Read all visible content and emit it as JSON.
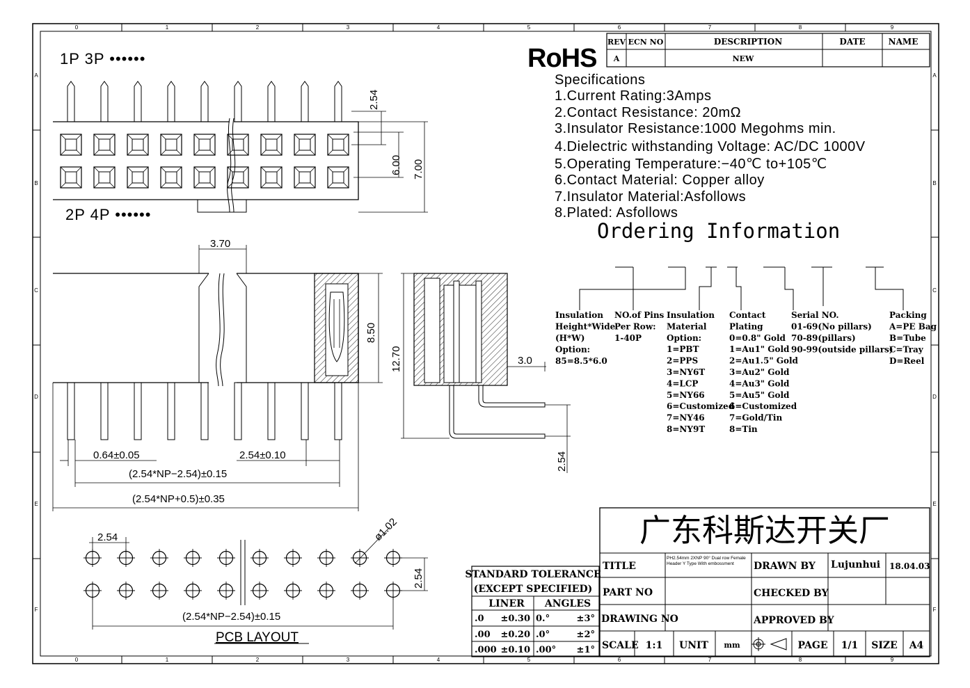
{
  "border": {
    "col_labels": [
      "0",
      "1",
      "2",
      "3",
      "4",
      "5",
      "6",
      "7",
      "8",
      "9"
    ],
    "row_labels": [
      "A",
      "B",
      "C",
      "D",
      "E",
      "F"
    ]
  },
  "brand": {
    "rohs": "RoHS"
  },
  "revision": {
    "headers": [
      "REV",
      "ECN NO",
      "DESCRIPTION",
      "DATE",
      "NAME"
    ],
    "row": [
      "A",
      "",
      "NEW",
      "",
      ""
    ]
  },
  "specs": {
    "heading": "Specifications",
    "lines": [
      "1.Current  Rating:3Amps",
      "2.Contact  Resistance:  20mΩ",
      "3.Insulator  Resistance:1000  Megohms  min.",
      "4.Dielectric  withstanding  Voltage:  AC/DC  1000V",
      "5.Operating  Temperature:−40℃  to+105℃",
      "6.Contact  Material:  Copper  alloy",
      "7.Insulator  Material:Asfollows",
      "8.Plated:  Asfollows"
    ]
  },
  "ordering": {
    "title": "Ordering  Information",
    "columns": [
      {
        "lines": [
          "Insulation",
          "Height*Wide",
          "(H*W)",
          "Option:",
          "85=8.5*6.0"
        ]
      },
      {
        "lines": [
          "NO.of Pins",
          "Per Row:",
          "1-40P"
        ]
      },
      {
        "lines": [
          "Insulation",
          "Material",
          "Option:",
          "1=PBT",
          "2=PPS",
          "3=NY6T",
          "4=LCP",
          "5=NY66",
          "6=Customized",
          "7=NY46",
          "8=NY9T"
        ]
      },
      {
        "lines": [
          "Contact",
          "Plating",
          "0=0.8\" Gold",
          "1=Au1\" Gold",
          "2=Au1.5\" Gold",
          "3=Au2\" Gold",
          "4=Au3\" Gold",
          "5=Au5\" Gold",
          "6=Customized",
          "7=Gold/Tin",
          "8=Tin"
        ]
      },
      {
        "lines": [
          "Serial NO.",
          "01-69(No pillars)",
          "70-89(pillars)",
          "90-99(outside pillars)"
        ]
      },
      {
        "lines": [
          "Packing",
          "A=PE Bag",
          "B=Tube",
          "C=Tray",
          "D=Reel"
        ]
      }
    ]
  },
  "top_view": {
    "label_top": "1P  3P  ••••••",
    "label_bottom": "2P  4P  ••••••",
    "dim_pitch": "2.54",
    "dim_inner": "6.00",
    "dim_outer": "7.00"
  },
  "front_view": {
    "dim_gap": "3.70",
    "dim_height": "8.50",
    "dim_pin": "0.64±0.05",
    "dim_pitch": "2.54±0.10",
    "dim_span": "(2.54*NP−2.54)±0.15",
    "dim_total": "(2.54*NP+0.5)±0.35"
  },
  "side_view": {
    "dim_height": "12.70",
    "dim_offset": "3.0",
    "dim_row": "2.54"
  },
  "pcb": {
    "dim_pitch": "2.54",
    "dim_hole": "ø1.02",
    "dim_row": "2.54",
    "dim_span": "(2.54*NP−2.54)±0.15",
    "title": "PCB  LAYOUT"
  },
  "tolerance": {
    "title1": "STANDARD  TOLERANCE",
    "title2": "(EXCEPT   SPECIFIED)",
    "h_linear": "LINER",
    "h_angles": "ANGLES",
    "rows": [
      [
        ".0",
        "±0.30",
        "0.°",
        "±3°"
      ],
      [
        ".00",
        "±0.20",
        ".0°",
        "±2°"
      ],
      [
        ".000",
        "±0.10",
        ".00°",
        "±1°"
      ]
    ]
  },
  "title_block": {
    "company": "广东科斯达开关厂",
    "title_label": "TITLE",
    "title_value": "PH2.54mm   2XNP  90° Dual row  Female  Header  Y  Type With  embossment",
    "drawn_by_label": "DRAWN BY",
    "drawn_by_value": "Lujunhui",
    "date_value": "18.04.03",
    "part_no_label": "PART NO",
    "checked_by_label": "CHECKED BY",
    "drawing_no_label": "DRAWING NO",
    "approved_by_label": "APPROVED BY",
    "scale_label": "SCALE",
    "scale_value": "1:1",
    "unit_label": "UNIT",
    "unit_value": "mm",
    "page_label": "PAGE",
    "page_value": "1/1",
    "size_label": "SIZE",
    "size_value": "A4"
  }
}
